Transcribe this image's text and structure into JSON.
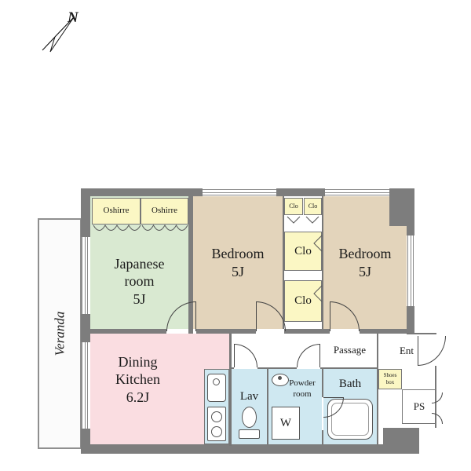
{
  "compass": {
    "north_label": "N"
  },
  "colors": {
    "wall": "#7d7d7d",
    "closet_yellow": "#fbf7c4",
    "tatami_green": "#d9e9d1",
    "bedroom_tan": "#e3d4bb",
    "kitchen_pink": "#fadde1",
    "wet_blue": "#cfe8f1",
    "veranda_white": "#fbfbfb"
  },
  "rooms": {
    "veranda": {
      "label": "Veranda"
    },
    "oshirre_left": {
      "label": "Oshirre"
    },
    "oshirre_right": {
      "label": "Oshirre"
    },
    "japanese_room": {
      "label": "Japanese\nroom\n5J"
    },
    "bedroom_center": {
      "label": "Bedroom\n5J"
    },
    "bedroom_right": {
      "label": "Bedroom\n5J"
    },
    "clo_top_left": {
      "label": "Clo"
    },
    "clo_top_right": {
      "label": "Clo"
    },
    "clo_upper": {
      "label": "Clo"
    },
    "clo_lower": {
      "label": "Clo"
    },
    "dining_kitchen": {
      "label": "Dining\nKitchen\n6.2J"
    },
    "lav": {
      "label": "Lav"
    },
    "powder_room": {
      "label": "Powder\nroom"
    },
    "washing_machine": {
      "label": "W"
    },
    "bath": {
      "label": "Bath"
    },
    "passage": {
      "label": "Passage"
    },
    "entrance": {
      "label": "Ent"
    },
    "shoes_box": {
      "label": "Shoes\nbox"
    },
    "pipe_space": {
      "label": "PS"
    }
  }
}
